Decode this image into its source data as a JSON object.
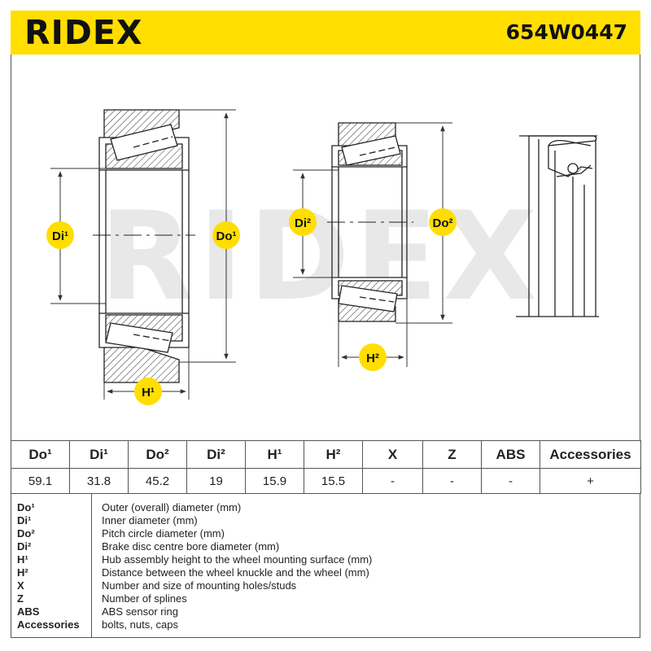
{
  "brand": {
    "logo": "RIDEX",
    "part_number": "654W0447",
    "accent_color": "#ffde00"
  },
  "diagram": {
    "watermark": "RIDEX",
    "labels": {
      "di1": "Di¹",
      "do1": "Do¹",
      "h1": "H¹",
      "di2": "Di²",
      "do2": "Do²",
      "h2": "H²"
    }
  },
  "specs_table": {
    "headers": [
      "Do¹",
      "Di¹",
      "Do²",
      "Di²",
      "H¹",
      "H²",
      "X",
      "Z",
      "ABS",
      "Accessories"
    ],
    "values": [
      "59.1",
      "31.8",
      "45.2",
      "19",
      "15.9",
      "15.5",
      "-",
      "-",
      "-",
      "+"
    ]
  },
  "legend": [
    {
      "code": "Do¹",
      "desc": "Outer (overall) diameter (mm)"
    },
    {
      "code": "Di¹",
      "desc": "Inner diameter (mm)"
    },
    {
      "code": "Do²",
      "desc": "Pitch circle diameter (mm)"
    },
    {
      "code": "Di²",
      "desc": "Brake disc centre bore diameter (mm)"
    },
    {
      "code": "H¹",
      "desc": "Hub assembly height to the wheel mounting surface (mm)"
    },
    {
      "code": "H²",
      "desc": "Distance between the wheel knuckle and the wheel (mm)"
    },
    {
      "code": "X",
      "desc": "Number and size of mounting holes/studs"
    },
    {
      "code": "Z",
      "desc": "Number of splines"
    },
    {
      "code": "ABS",
      "desc": "ABS sensor ring"
    },
    {
      "code": "Accessories",
      "desc": "bolts, nuts, caps"
    }
  ]
}
